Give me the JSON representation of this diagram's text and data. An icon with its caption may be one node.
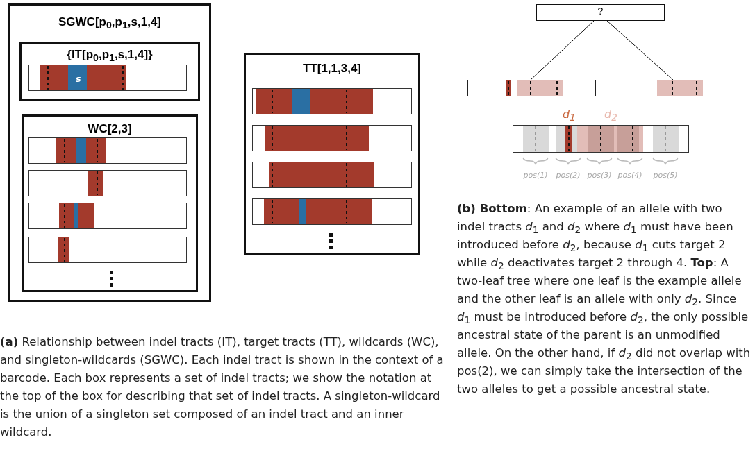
{
  "diagram": {
    "nodes": [
      {
        "text": [
          "SGWC[p$_{0}$,p$_{1}$,s,1,4]"
        ]
      },
      {
        "text": [
          "{IT[p$_{0}$,p$_{1}$,s,1,4]}"
        ],
        "in": 0
      },
      {
        "text": [
          "WC[2,3]"
        ],
        "in": 0
      },
      {
        "text": [
          "TT[1,1,3,4]"
        ]
      },
      {
        "text": [
          "?"
        ]
      },
      {
        "text": [],
        "shape": "box"
      },
      {
        "text": [],
        "shape": "box"
      }
    ],
    "edges": [
      {
        "from": 4,
        "to": 5,
        "arrow": "none"
      },
      {
        "from": 4,
        "to": 6,
        "arrow": "none"
      }
    ],
    "labels": [
      "s",
      "d$_{1}$",
      "d$_{2}$",
      "pos(1)",
      "pos(2)",
      "pos(3)",
      "pos(4)",
      "pos(5)",
      "**(a)** Relationship between indel tracts (IT), target tracts (TT), wildcards (WC), and singleton-wildcards (SGWC). Each indel tract is shown in the context of a barcode. Each box represents a set of indel tracts; we show the notation at the top of the box for describing that set of indel tracts. A singleton-wildcard is the union of a singleton set composed of an indel tract and an inner wildcard.",
      "**(b) Bottom**: An example of an allele with two indel tracts *d*$_{1}$ and *d*$_{2}$ where *d*$_{1}$ must have been introduced before *d*$_{2}$, because *d*$_{1}$ cuts target 2 while *d*$_{2}$ deactivates target 2 through 4. **Top**: A two-leaf tree where one leaf is the example allele and the other leaf is an allele with only *d*$_{2}$. Since *d*$_{1}$ must be introduced before *d*$_{2}$, the only possible ancestral state of the parent is an unmodified allele. On the other hand, if *d*$_{2}$ did not overlap with pos(2), we can simply take the intersection of the two alleles to get a possible ancestral state."
    ]
  }
}
